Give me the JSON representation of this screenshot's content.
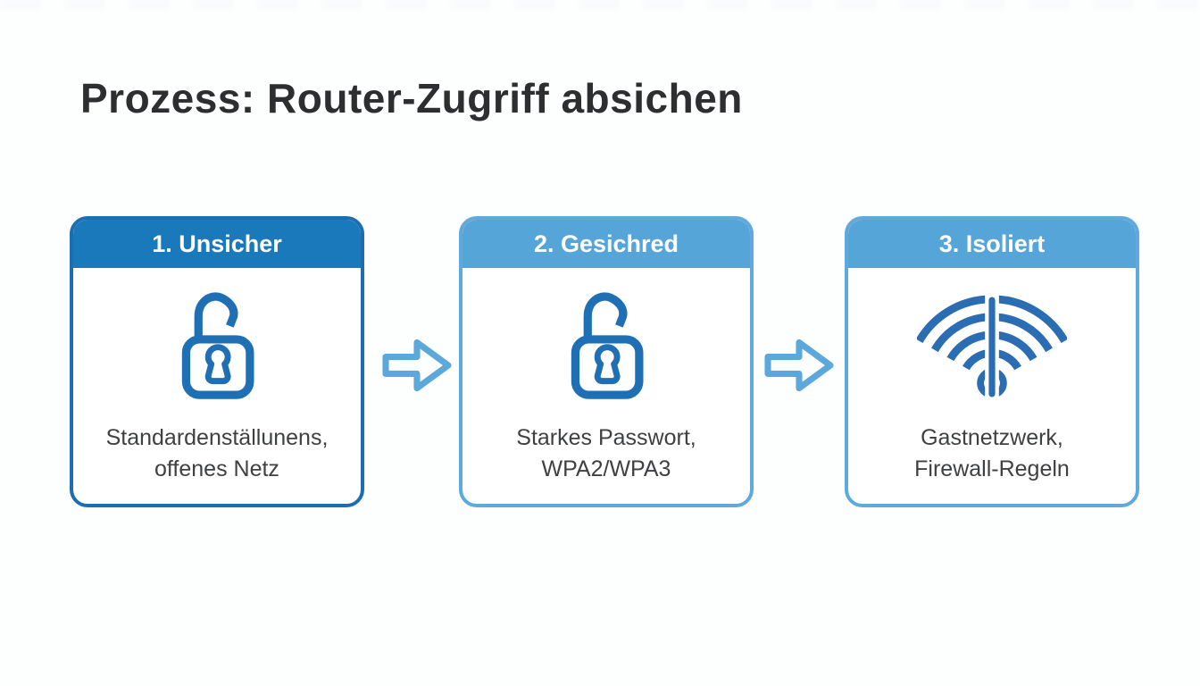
{
  "title": "Prozess: Router-Zugriff absichen",
  "steps": [
    {
      "number_label": "1. Unsicher",
      "icon": "open-padlock",
      "caption_line1": "Standardenställunens,",
      "caption_line2": "offenes Netz",
      "header_color": "#1979ba",
      "border_color": "#1c6fae"
    },
    {
      "number_label": "2. Gesichred",
      "icon": "open-padlock",
      "caption_line1": "Starkes Passwort,",
      "caption_line2": "WPA2/WPA3",
      "header_color": "#56a5d9",
      "border_color": "#61a9da"
    },
    {
      "number_label": "3. Isoliert",
      "icon": "split-wifi",
      "caption_line1": "Gastnetzwerk,",
      "caption_line2": "Firewall-Regeln",
      "header_color": "#56a5d9",
      "border_color": "#61a9da"
    }
  ],
  "arrows": {
    "direction": "right",
    "color": "#5ca8db",
    "count": 2
  },
  "colors": {
    "background": "#fdfefe",
    "title_text": "#2d2e30",
    "caption_text": "#3f4042",
    "header_text": "#ffffff",
    "padlock_icon": "#1e6fb4",
    "wifi_icon": "#2b6db3"
  }
}
